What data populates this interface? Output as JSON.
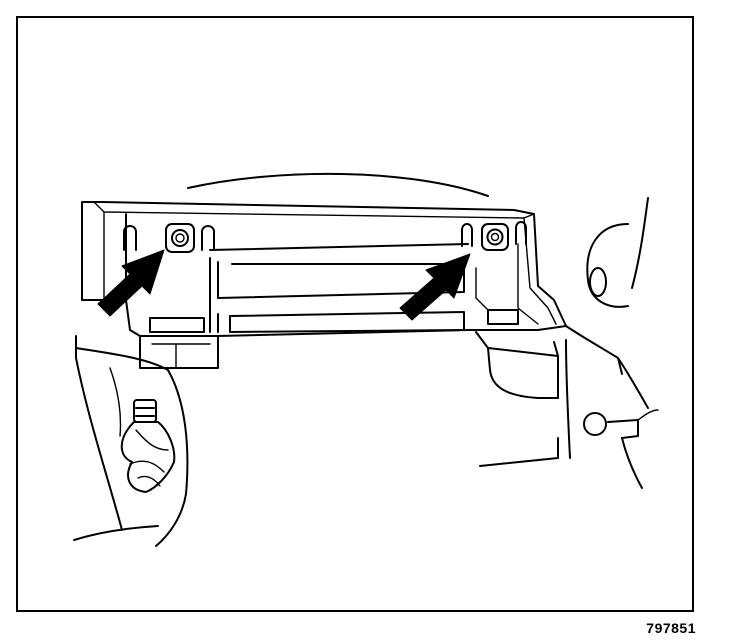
{
  "figure": {
    "number": "797851"
  },
  "colors": {
    "line": "#000000",
    "background": "#ffffff"
  },
  "callouts": [
    {
      "points_to": "left-mounting-nut",
      "icon": "arrow-icon"
    },
    {
      "points_to": "right-mounting-nut",
      "icon": "arrow-icon"
    }
  ]
}
